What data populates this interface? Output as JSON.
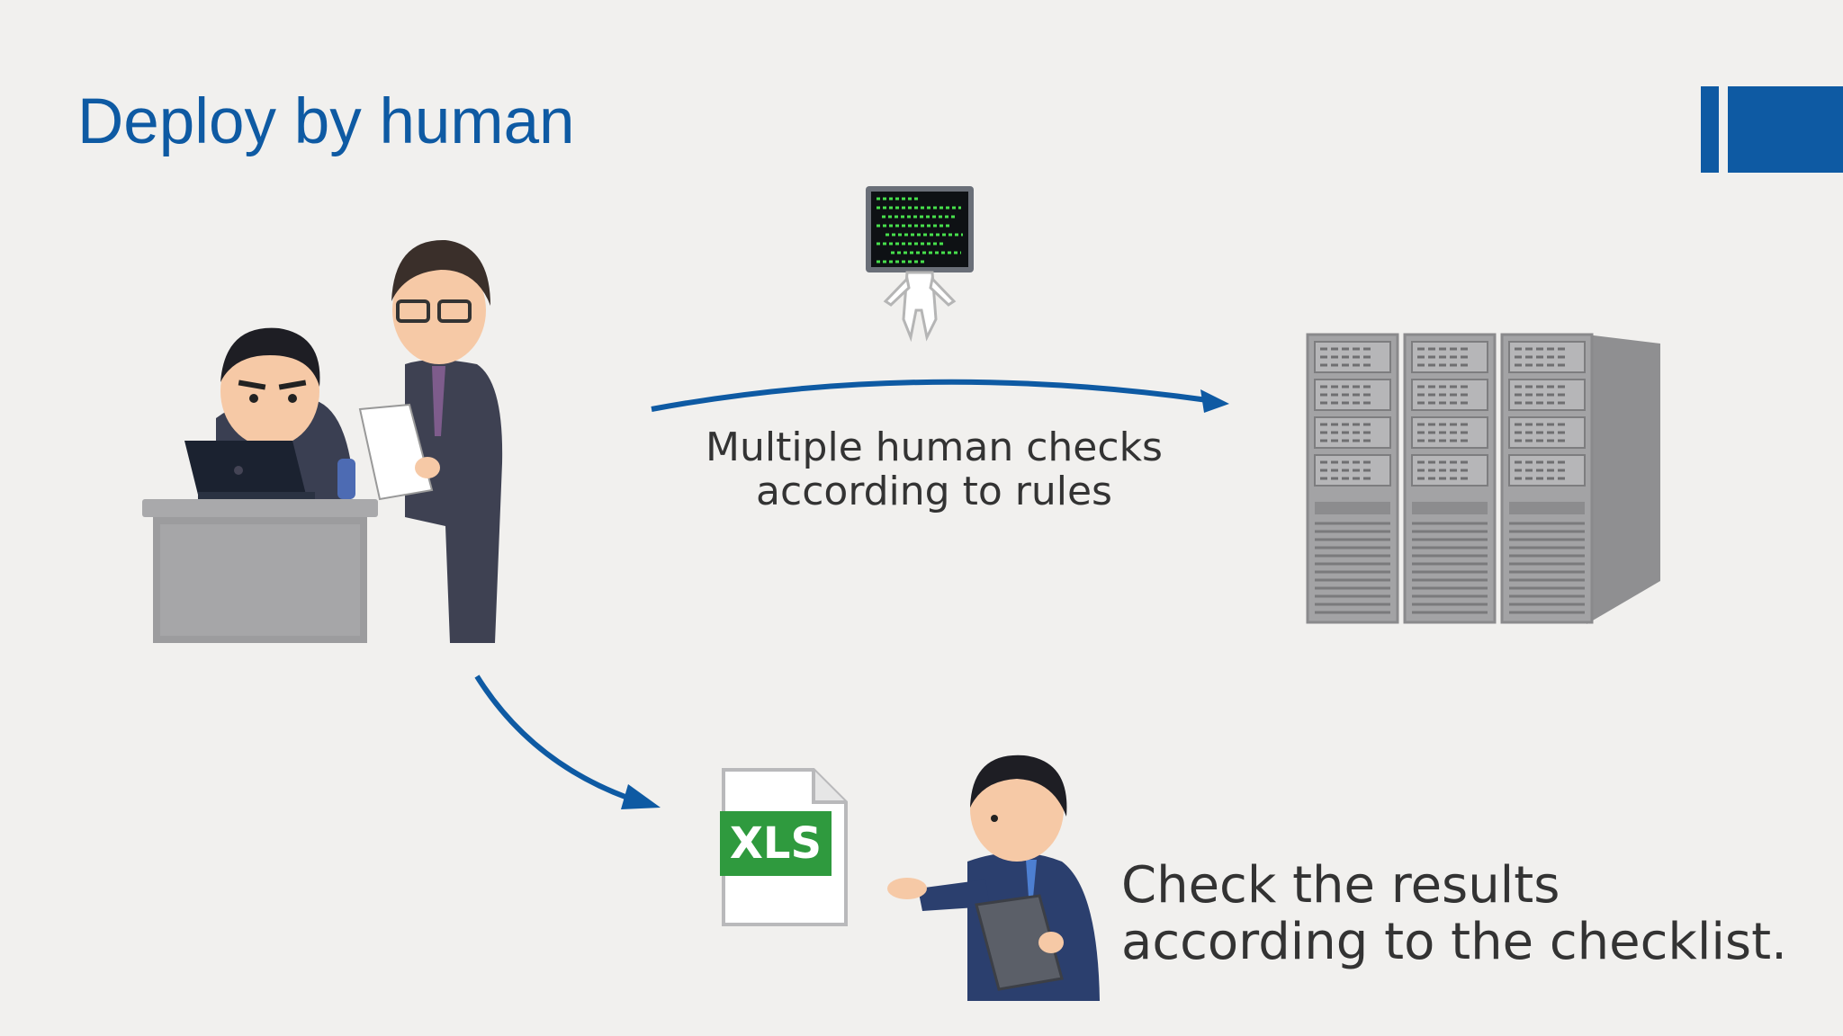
{
  "slide": {
    "title": "Deploy by human",
    "accent_color": "#0e5aa3"
  },
  "captions": {
    "top_line1": "Multiple human checks",
    "top_line2": "according to rules",
    "bottom_line1": "Check the results",
    "bottom_line2": "according to the checklist."
  },
  "file_icon": {
    "label": "XLS",
    "color": "#2f9a3e"
  }
}
